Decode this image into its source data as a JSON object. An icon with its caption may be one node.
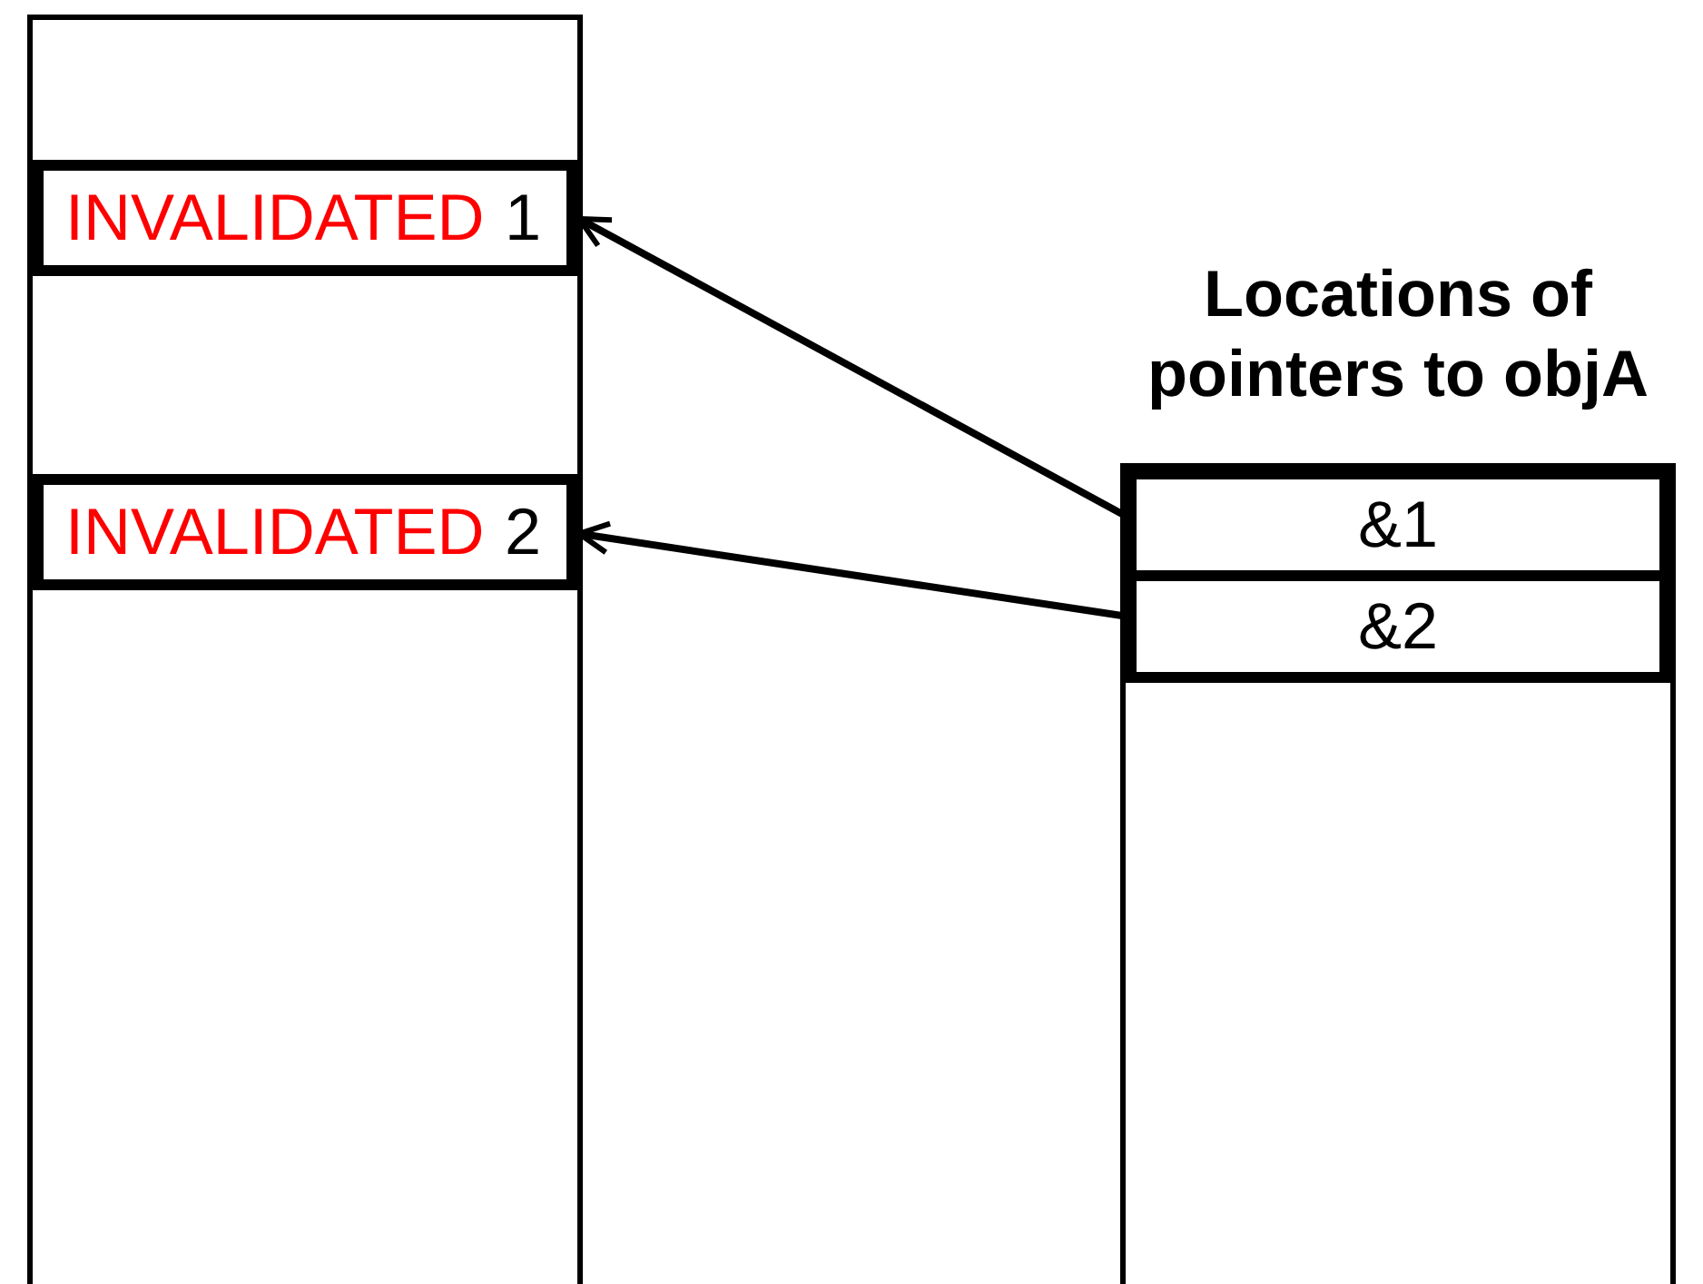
{
  "diagram": {
    "nodes": [
      {
        "text": [],
        "shape": "bar"
      },
      {
        "text": [
          "INVALIDATED",
          "1"
        ],
        "in": 0
      },
      {
        "text": [
          "INVALIDATED",
          "2"
        ],
        "in": 0
      },
      {
        "text": [
          "Locations of pointers to objA"
        ]
      },
      {
        "text": [
          "&1"
        ],
        "in": 3
      },
      {
        "text": [
          "&2"
        ],
        "in": 3
      }
    ],
    "edges": [
      {
        "from": 4,
        "to": 1,
        "arrow": "to"
      },
      {
        "from": 5,
        "to": 2,
        "arrow": "to"
      }
    ]
  }
}
